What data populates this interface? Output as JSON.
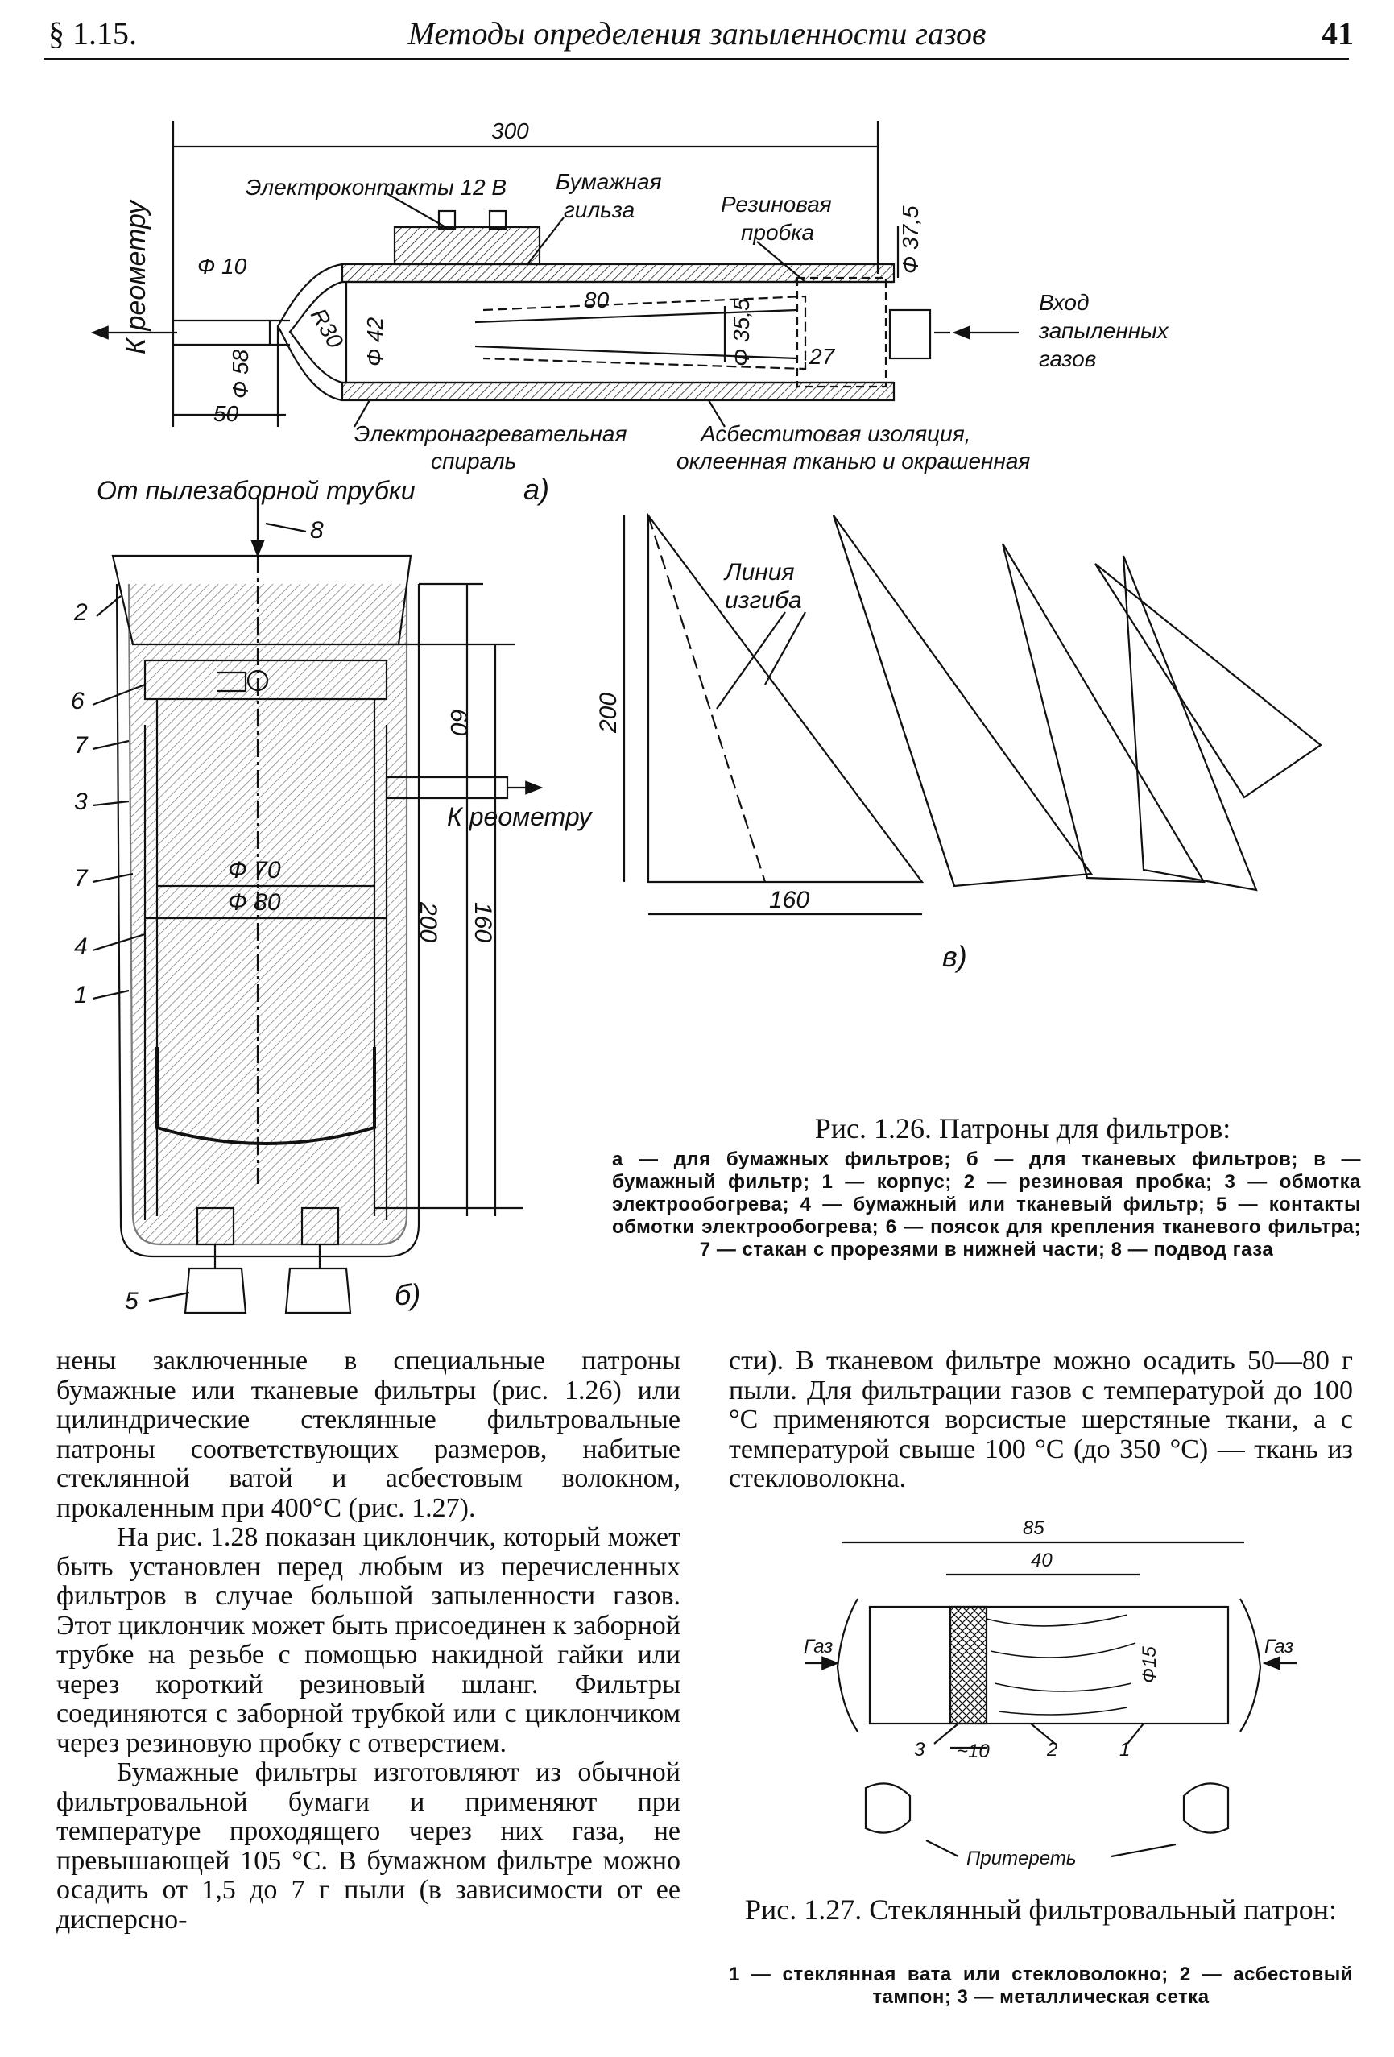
{
  "header": {
    "section": "§ 1.15.",
    "title": "Методы определения запыленности газов",
    "page": "41"
  },
  "figure_126": {
    "a": {
      "label": "а)",
      "dim_300": "300",
      "dim_50": "50",
      "dim_d10": "Ф 10",
      "dim_d58": "Ф 58",
      "dim_r30": "R30",
      "dim_d42": "Ф 42",
      "dim_80": "80",
      "dim_d355": "Ф 35,5",
      "dim_27": "27",
      "dim_d375": "Ф 37,5",
      "contacts": "Электроконтакты 12 В",
      "sleeve_1": "Бумажная",
      "sleeve_2": "гильза",
      "plug_1": "Резиновая",
      "plug_2": "пробка",
      "to_kreometer": "К реометру",
      "inlet_1": "Вход",
      "inlet_2": "запыленных",
      "inlet_3": "газов",
      "heater_1": "Электронагревательная",
      "heater_2": "спираль",
      "insul_1": "Асбеститовая изоляция,",
      "insul_2": "оклеенная тканью и окрашенная"
    },
    "b": {
      "label": "б)",
      "from_tube": "От пылезаборной трубки",
      "to_kreometer": "К реометру",
      "dim_d70": "Ф 70",
      "dim_d80": "Ф 80",
      "dim_60": "60",
      "dim_200": "200",
      "dim_160": "160",
      "n8": "8",
      "n2": "2",
      "n6": "6",
      "n7a": "7",
      "n3": "3",
      "n7b": "7",
      "n4": "4",
      "n1": "1",
      "n5": "5"
    },
    "c": {
      "label": "в)",
      "bend_1": "Линия",
      "bend_2": "изгиба",
      "dim_200": "200",
      "dim_160": "160"
    },
    "caption_title": "Рис. 1.26. Патроны для фильтров:",
    "caption_text": "а — для бумажных фильтров; б — для тканевых фильтров; в — бумажный фильтр; 1 — корпус; 2 — резиновая пробка; 3 — обмотка электрообогрева; 4 — бумажный или тканевый фильтр; 5 — контакты обмотки электрообогрева; 6 — поясок для крепления тканевого фильтра; 7 — стакан с прорезями в нижней части; 8 — подвод газа"
  },
  "figure_127": {
    "dim_85": "85",
    "dim_40": "40",
    "dim_10": "~10",
    "dim_d15": "Ф15",
    "gas_left": "Газ",
    "gas_right": "Газ",
    "n3": "3",
    "n2": "2",
    "n1": "1",
    "ground": "Притереть",
    "caption_title": "Рис. 1.27. Стеклянный фильтровальный патрон:",
    "caption_text": "1 — стеклянная вата или стекловолокно; 2 — асбестовый тампон; 3 — металлическая сетка"
  },
  "body": {
    "left_p1": "нены заключенные в специальные патроны бумажные или тканевые фильтры (рис. 1.26) или цилиндрические стеклянные фильтровальные патроны соответствующих размеров, набитые стеклянной ватой и асбестовым волокном, прокаленным при 400°С (рис. 1.27).",
    "left_p2": "На рис. 1.28 показан циклончик, который может быть установлен перед любым из перечисленных фильтров в случае большой запыленности газов. Этот циклончик может быть присоединен к заборной трубке на резьбе с помощью накидной гайки или через короткий резиновый шланг. Фильтры соединяются с заборной трубкой или с циклончиком через резиновую пробку с отверстием.",
    "left_p3": "Бумажные фильтры изготовляют из обычной фильтровальной бумаги и применяют при температуре проходящего через них газа, не превышающей 105 °С. В бумажном фильтре можно осадить от 1,5 до 7 г пыли (в зависимости от ее дисперсно-",
    "right_p1": "сти). В тканевом фильтре можно осадить 50—80 г пыли. Для фильтрации газов с температурой до 100 °С применяются ворсистые шерстяные ткани, а с температурой свыше 100 °С (до 350 °С) — ткань из стекловолокна."
  }
}
